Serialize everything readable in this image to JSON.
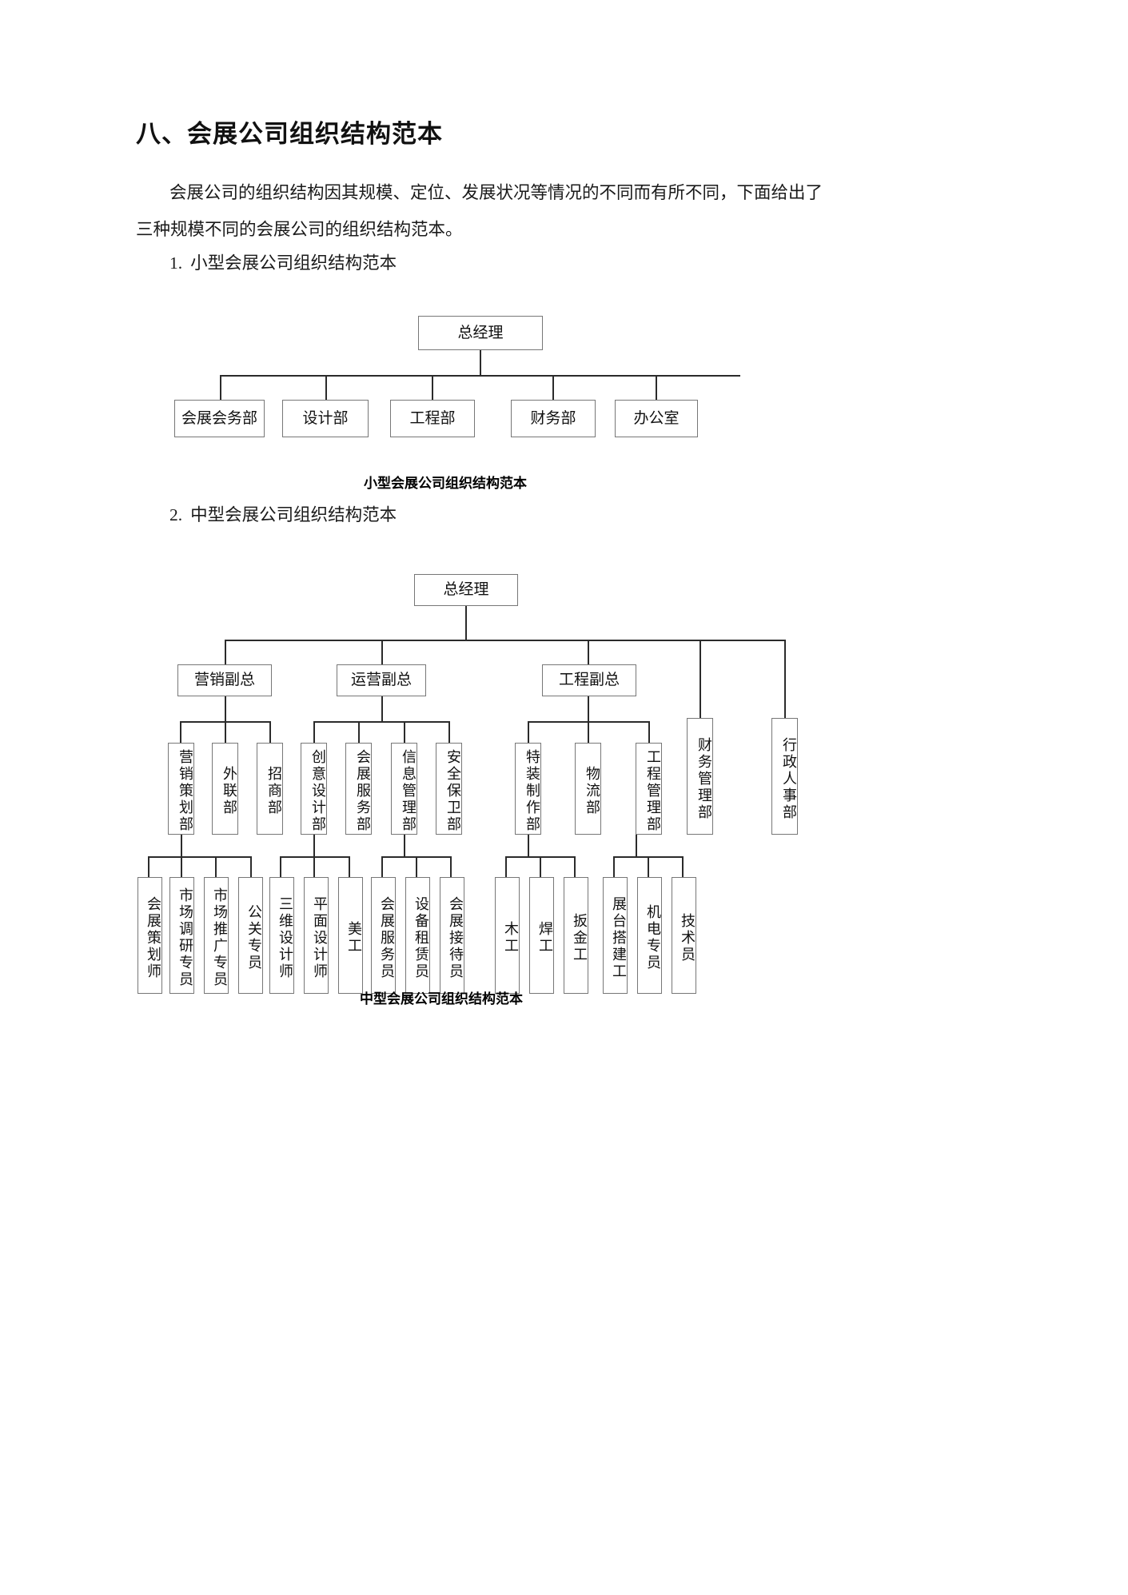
{
  "document": {
    "title": "八、会展公司组织结构范本",
    "paragraph_line1": "会展公司的组织结构因其规模、定位、发展状况等情况的不同而有所不同，下面给出了",
    "paragraph_line2": "三种规模不同的会展公司的组织结构范本。",
    "list": [
      {
        "num": "1.",
        "text": "小型会展公司组织结构范本"
      },
      {
        "num": "2.",
        "text": "中型会展公司组织结构范本"
      }
    ]
  },
  "chart_small": {
    "caption": "小型会展公司组织结构范本",
    "root": "总经理",
    "departments": [
      "会展会务部",
      "设计部",
      "工程部",
      "财务部",
      "办公室"
    ]
  },
  "chart_medium": {
    "caption": "中型会展公司组织结构范本",
    "root": "总经理",
    "vps": [
      "营销副总",
      "运营副总",
      "工程副总"
    ],
    "direct_departments": [
      "财务管理部",
      "行政人事部"
    ],
    "marketing_departments": [
      "营销策划部",
      "外联部",
      "招商部"
    ],
    "operations_departments": [
      "创意设计部",
      "会展服务部",
      "信息管理部",
      "安全保卫部"
    ],
    "engineering_departments": [
      "特装制作部",
      "物流部",
      "工程管理部"
    ],
    "marketing_roles": [
      "会展策划师",
      "市场调研专员",
      "市场推广专员",
      "公关专员"
    ],
    "creative_roles": [
      "三维设计师",
      "平面设计师",
      "美工"
    ],
    "info_roles": [
      "会展服务员",
      "设备租赁员",
      "会展接待员"
    ],
    "special_roles": [
      "木工",
      "焊工",
      "扳金工"
    ],
    "engineering_roles": [
      "展台搭建工",
      "机电专员",
      "技术员"
    ]
  }
}
